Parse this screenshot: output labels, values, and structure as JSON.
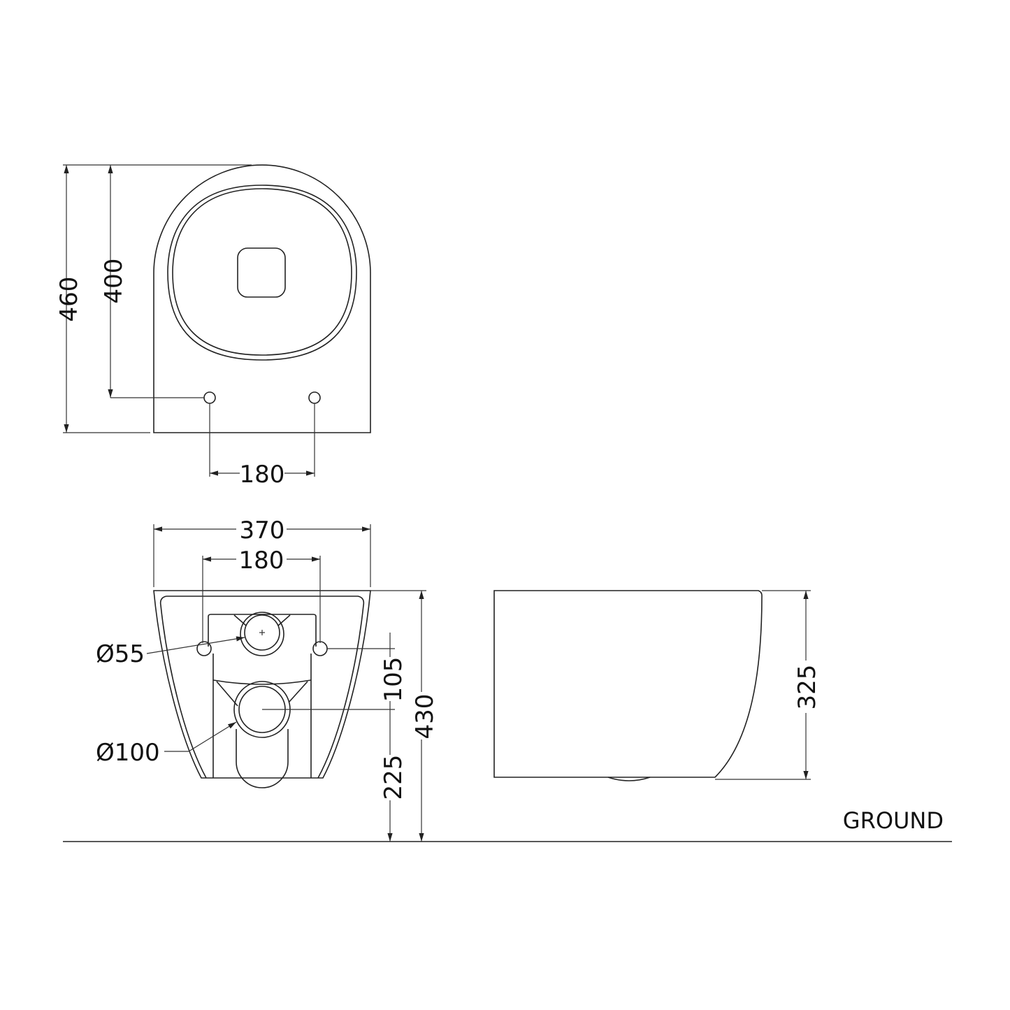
{
  "top_view": {
    "dim_total_depth": "460",
    "dim_fixing_depth": "400",
    "dim_fixing_spacing": "180"
  },
  "front_view": {
    "dim_width": "370",
    "dim_fixing_spacing": "180",
    "dim_inlet_diameter": "Ø55",
    "dim_outlet_diameter": "Ø100",
    "dim_inlet_to_outlet": "105",
    "dim_outlet_height": "225",
    "dim_total_height": "430"
  },
  "side_view": {
    "dim_height": "325"
  },
  "ground_label": "GROUND",
  "line_color": "#222222"
}
